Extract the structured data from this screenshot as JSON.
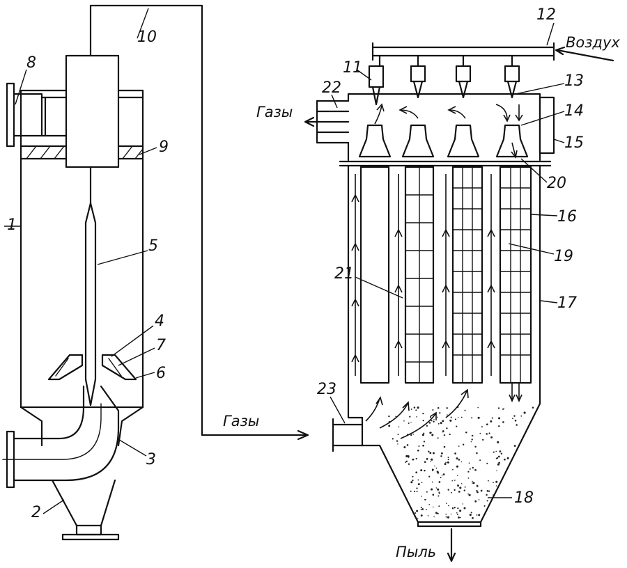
{
  "labels": {
    "n1": "1",
    "n2": "2",
    "n3": "3",
    "n4": "4",
    "n5": "5",
    "n6": "6",
    "n7": "7",
    "n8": "8",
    "n9": "9",
    "n10": "10",
    "n11": "11",
    "n12": "12",
    "n13": "13",
    "n14": "14",
    "n15": "15",
    "n16": "16",
    "n17": "17",
    "n18": "18",
    "n19": "19",
    "n20": "20",
    "n21": "21",
    "n22": "22",
    "n23": "23"
  },
  "words": {
    "gas_out": "Газы",
    "gas_in": "Газы",
    "air": "Воздух",
    "dust": "Пыль"
  }
}
